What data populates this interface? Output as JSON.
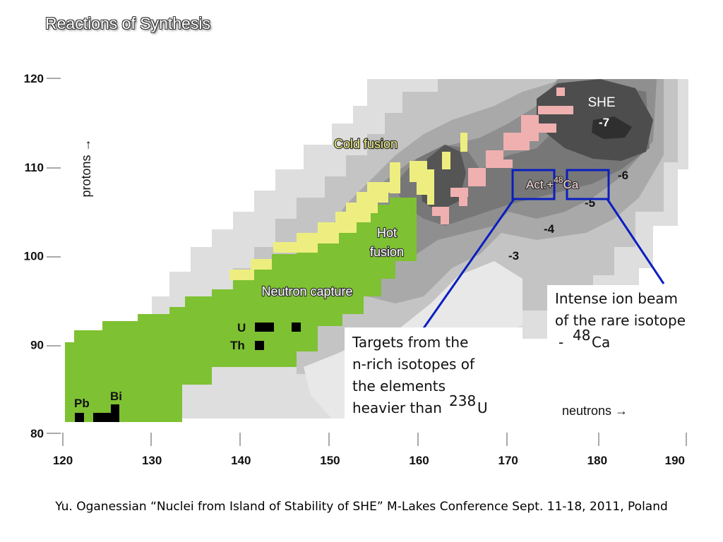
{
  "title": "Reactions of Synthesis",
  "footer": "Yu. Oganessian “Nuclei from Island of Stability of SHE” M-Lakes Conference Sept. 11-18, 2011, Poland",
  "chart_data": {
    "type": "heatmap",
    "xlabel": "neutrons  →",
    "ylabel": "protons  →",
    "xlim": [
      120,
      190
    ],
    "ylim": [
      80,
      120
    ],
    "x_ticks": [
      120,
      130,
      140,
      150,
      160,
      170,
      180,
      190
    ],
    "y_ticks": [
      80,
      90,
      100,
      110,
      120
    ],
    "regions": [
      {
        "label": "Neutron capture",
        "color": "#7ec132"
      },
      {
        "label": "Hot fusion",
        "color": "#7ec132"
      },
      {
        "label": "Cold fusion",
        "color": "#eeee80"
      },
      {
        "label": "SHE",
        "color": "#555555"
      }
    ],
    "elements": [
      {
        "label": "Pb",
        "z": 82
      },
      {
        "label": "Bi",
        "z": 83
      },
      {
        "label": "Th",
        "z": 90
      },
      {
        "label": "U",
        "z": 92
      }
    ],
    "contour_labels": [
      "-3",
      "-4",
      "-5",
      "-6",
      "-7"
    ],
    "highlight_boxes": [
      {
        "label": "Act.+48Ca",
        "text": "Act.+"
      },
      {
        "text": "48"
      },
      {
        "text": "Ca"
      }
    ],
    "annotations": {
      "targets": [
        "Targets from the",
        "n-rich isotopes of",
        "the elements",
        "heavier than"
      ],
      "targets_iso_mass": "238",
      "targets_iso_sym": "U",
      "beam": [
        "Intense ion beam",
        "of the rare isotope"
      ],
      "beam_dash": "-",
      "beam_iso_mass": "48",
      "beam_iso_sym": "Ca"
    }
  }
}
